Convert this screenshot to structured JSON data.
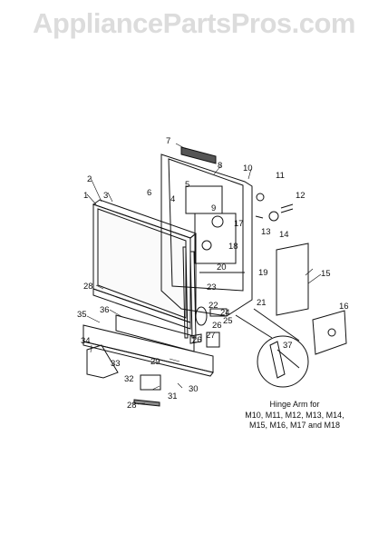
{
  "watermark": "AppliancePartsPros.com",
  "callouts": [
    "1",
    "2",
    "3",
    "4",
    "5",
    "6",
    "7",
    "8",
    "9",
    "10",
    "11",
    "12",
    "13",
    "14",
    "15",
    "16",
    "17",
    "18",
    "19",
    "20",
    "21",
    "22",
    "23",
    "24",
    "25",
    "26",
    "26",
    "27",
    "28",
    "28",
    "29",
    "30",
    "31",
    "32",
    "33",
    "34",
    "35",
    "36",
    "37"
  ],
  "caption": {
    "line1": "Hinge Arm for",
    "line2": "M10, M11, M12, M13, M14,",
    "line3": "M15, M16, M17 and M18"
  }
}
